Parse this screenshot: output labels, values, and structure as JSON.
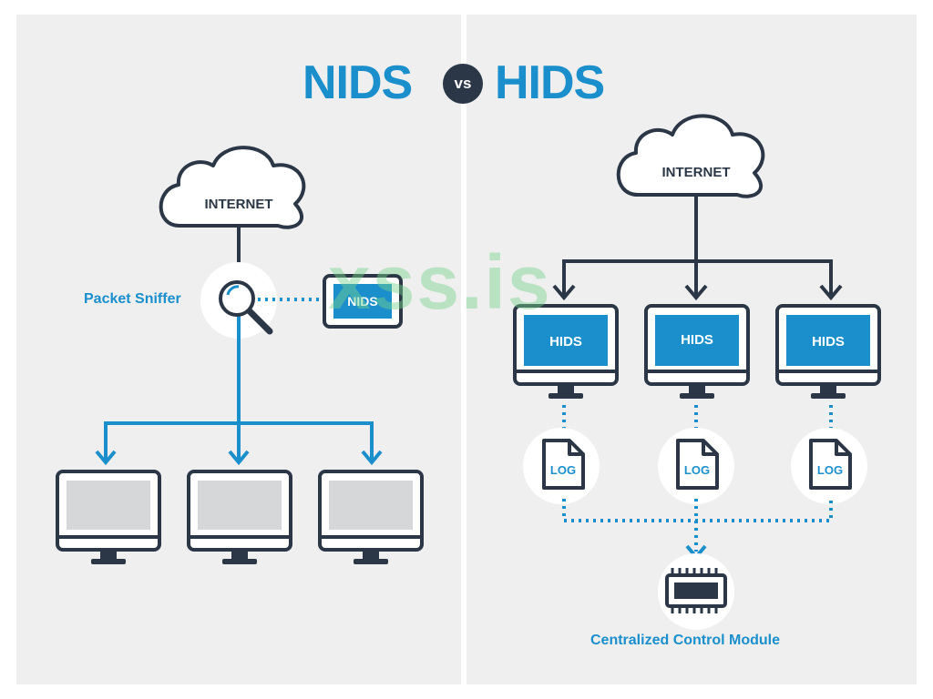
{
  "title": {
    "left": "NIDS",
    "vs": "vs",
    "right": "HIDS"
  },
  "nids": {
    "cloud_label": "INTERNET",
    "sniffer_label": "Packet Sniffer",
    "device_label": "NIDS"
  },
  "hids": {
    "cloud_label": "INTERNET",
    "monitor_labels": [
      "HIDS",
      "HIDS",
      "HIDS"
    ],
    "log_labels": [
      "LOG",
      "LOG",
      "LOG"
    ],
    "control_module_label": "Centralized Control Module"
  },
  "watermark": "xss.is",
  "colors": {
    "accent": "#1a8fcc",
    "outline": "#2b3746",
    "panel": "#efeff0",
    "screen_inactive": "#d6d7d9",
    "screen_active": "#1a8fcc"
  }
}
